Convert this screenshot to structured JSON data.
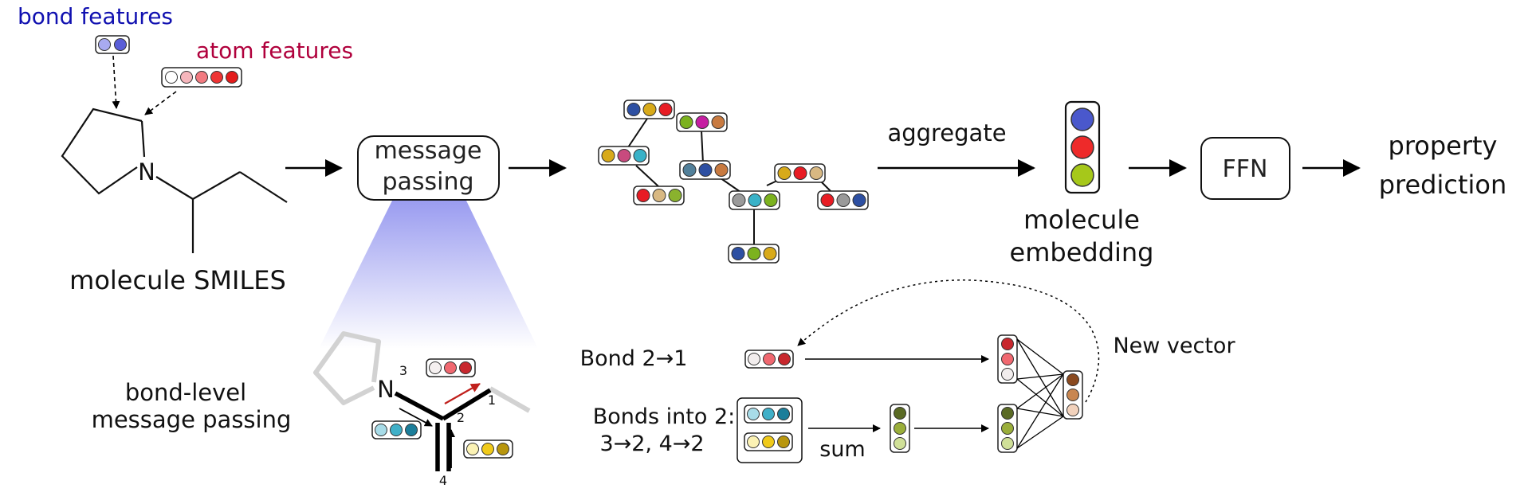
{
  "labels": {
    "bond_features": "bond features",
    "atom_features": "atom features",
    "molecule_smiles": "molecule SMILES",
    "message_passing_line1": "message",
    "message_passing_line2": "passing",
    "aggregate": "aggregate",
    "molecule_embedding_line1": "molecule",
    "molecule_embedding_line2": "embedding",
    "ffn": "FFN",
    "property_line1": "property",
    "property_line2": "prediction",
    "bond_level_line1": "bond-level",
    "bond_level_line2": "message passing",
    "bond_2_1": "Bond 2→1",
    "bonds_into_line1": "Bonds into 2:",
    "bonds_into_line2": "3→2, 4→2",
    "sum": "sum",
    "new_vector": "New vector",
    "atom_N": "N",
    "num_3": "3",
    "num_2": "2",
    "num_1": "1",
    "num_4": "4"
  },
  "colors": {
    "bond_features_text": "#1010b0",
    "atom_features_text": "#b0003c",
    "spotlight": "#9a9cf0",
    "arrow_red": "#c0201c",
    "embedding": [
      "#4a58cc",
      "#ee2a2a",
      "#a6c81a"
    ]
  }
}
